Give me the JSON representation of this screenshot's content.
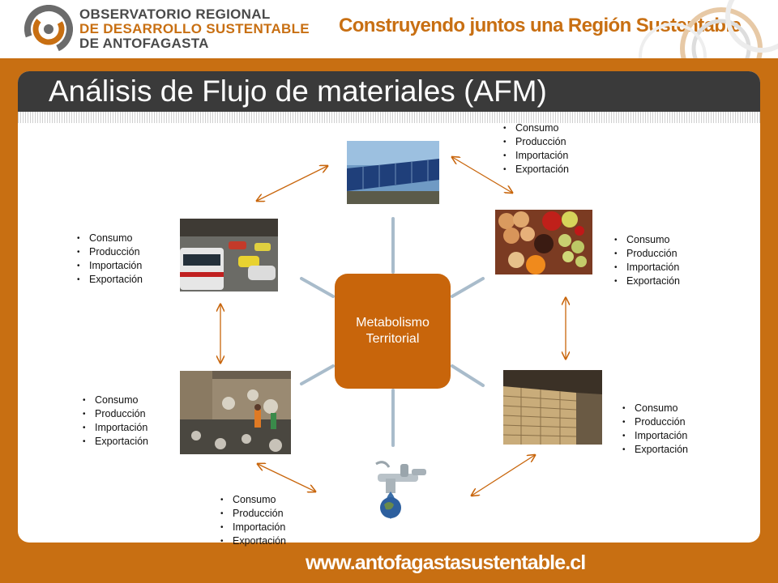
{
  "header": {
    "org_line1": "OBSERVATORIO REGIONAL",
    "org_line2": "DE DESARROLLO SUSTENTABLE",
    "org_line3": "DE ANTOFAGASTA",
    "slogan": "Construyendo juntos una Región Sustentable"
  },
  "slide": {
    "title": "Análisis de Flujo de materiales (AFM)"
  },
  "center": {
    "line1": "Metabolismo",
    "line2": "Territorial"
  },
  "nodes": {
    "solar": {
      "photo": "solar-panels-photo",
      "items": [
        "Consumo",
        "Producción",
        "Importación",
        "Exportación"
      ]
    },
    "food": {
      "photo": "food-photo",
      "items": [
        "Consumo",
        "Producción",
        "Importación",
        "Exportación"
      ]
    },
    "wood": {
      "photo": "lumber-photo",
      "items": [
        "Consumo",
        "Producción",
        "Importación",
        "Exportación"
      ]
    },
    "water": {
      "photo": "water-tap-globe-icon",
      "items": [
        "Consumo",
        "Producción",
        "Importación",
        "Exportación"
      ]
    },
    "waste": {
      "photo": "waste-photo",
      "items": [
        "Consumo",
        "Producción",
        "Importación",
        "Exportación"
      ]
    },
    "traffic": {
      "photo": "traffic-photo",
      "items": [
        "Consumo",
        "Producción",
        "Importación",
        "Exportación"
      ]
    }
  },
  "footer": {
    "url": "www.antofagastasustentable.cl"
  },
  "colors": {
    "brand_orange": "#c86f12",
    "center_box": "#c8650b",
    "title_bar": "#3a3a3a",
    "connector": "#a9bccb",
    "arrow": "#c8650b"
  }
}
